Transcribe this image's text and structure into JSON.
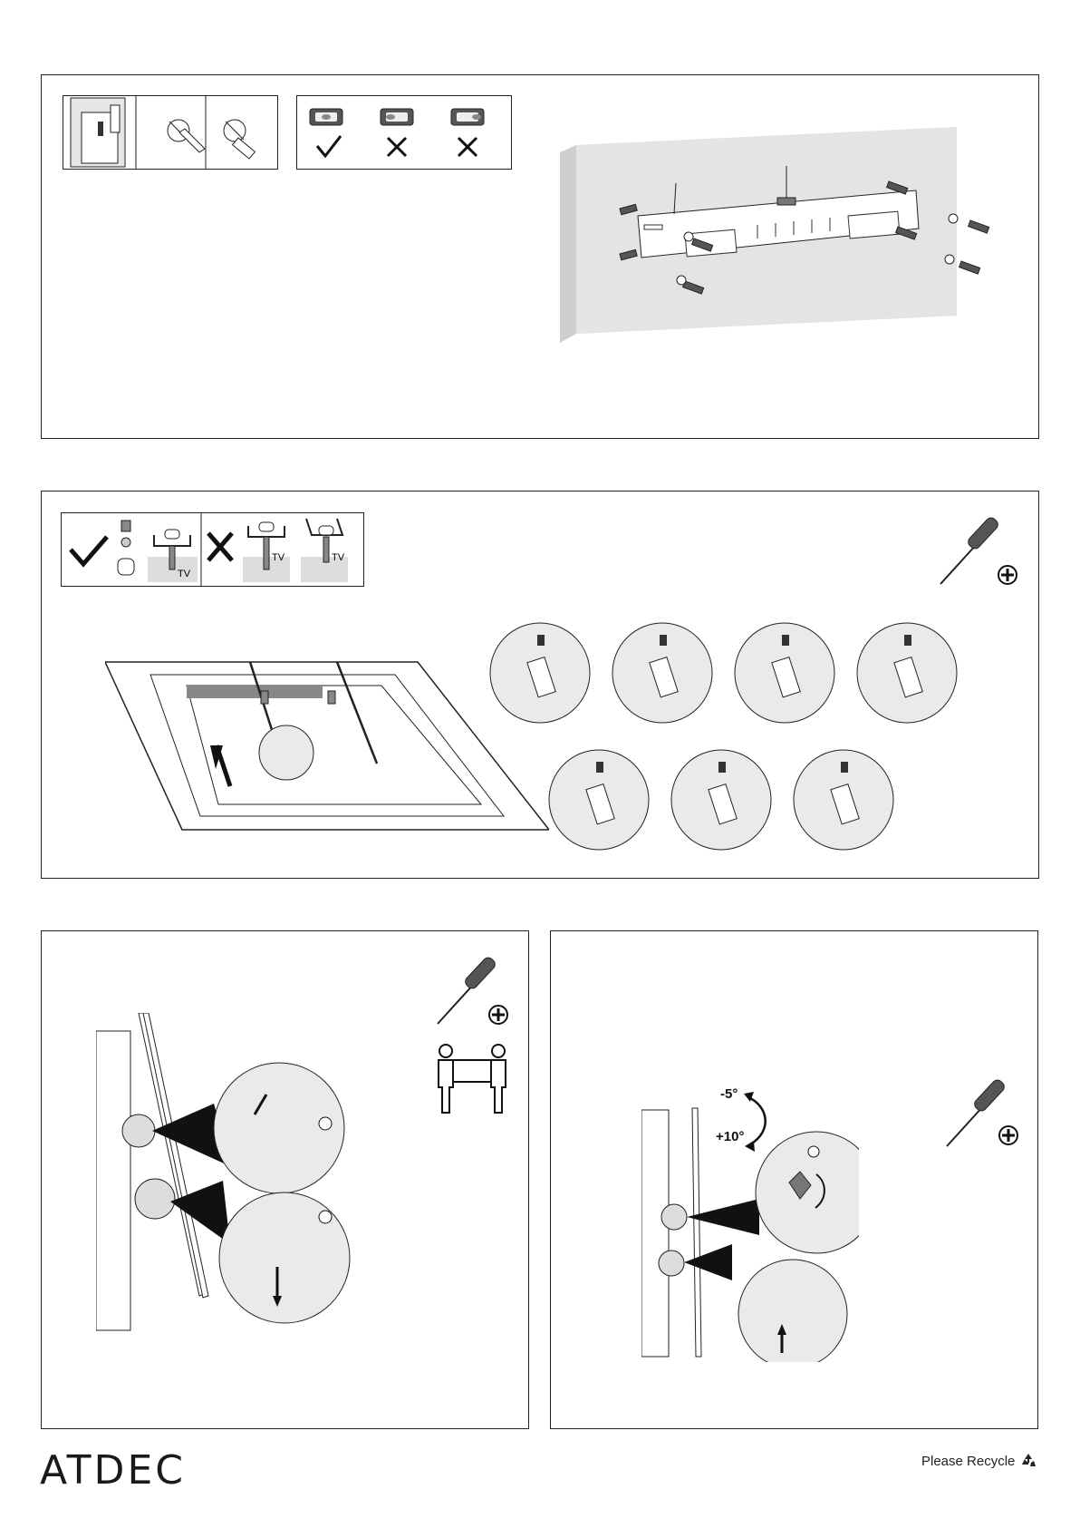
{
  "footer": {
    "brand": "ATDEC",
    "recycle_text": "Please Recycle"
  },
  "step2_icons": {
    "tv_label": "TV"
  },
  "step4": {
    "tilt_up_label": "-5°",
    "tilt_down_label": "+10°"
  },
  "icons": [
    "checkmark-icon",
    "cross-icon",
    "screwdriver-icon",
    "phillips-icon",
    "two-person-lift-icon",
    "recycle-icon",
    "level-icon",
    "drill-icon"
  ]
}
